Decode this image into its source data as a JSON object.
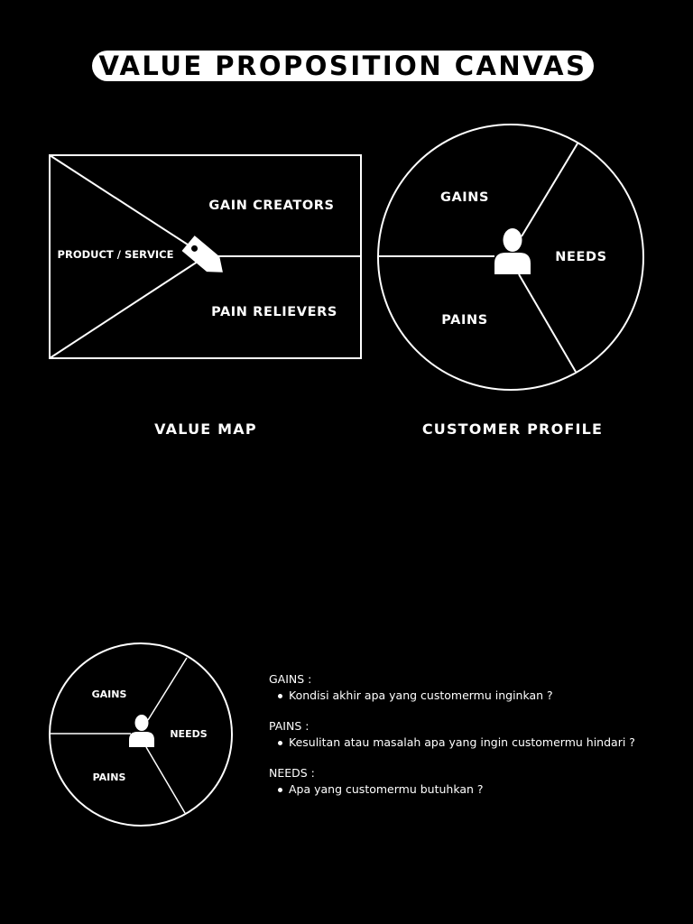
{
  "title": "VALUE PROPOSITION CANVAS",
  "value_map": {
    "caption": "VALUE MAP",
    "product_service": "PRODUCT / SERVICE",
    "gain_creators": "GAIN CREATORS",
    "pain_relievers": "PAIN RELIEVERS",
    "center_icon": "price-tag-icon"
  },
  "customer_profile": {
    "caption": "CUSTOMER PROFILE",
    "gains": "GAINS",
    "needs": "NEEDS",
    "pains": "PAINS",
    "center_icon": "person-icon"
  },
  "mini_profile": {
    "gains": "GAINS",
    "needs": "NEEDS",
    "pains": "PAINS",
    "center_icon": "person-icon"
  },
  "legend": {
    "gains": {
      "head": "GAINS :",
      "item": "Kondisi akhir apa yang customermu inginkan ?"
    },
    "pains": {
      "head": "PAINS :",
      "item": "Kesulitan atau masalah apa yang ingin customermu hindari ?"
    },
    "needs": {
      "head": "NEEDS :",
      "item": "Apa yang customermu butuhkan ?"
    }
  },
  "colors": {
    "background": "#000000",
    "foreground": "#ffffff"
  }
}
